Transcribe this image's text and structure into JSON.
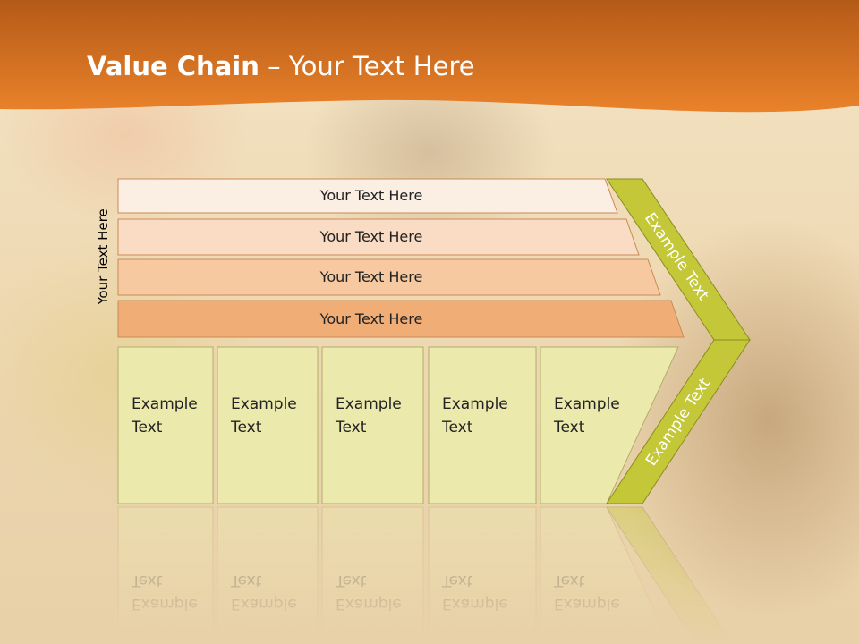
{
  "slide": {
    "title_bold": "Value Chain",
    "title_rest": " – Your Text Here",
    "vertical_label": "Your Text Here"
  },
  "bands": [
    {
      "label": "Your Text Here",
      "color": "#fbeee3"
    },
    {
      "label": "Your Text Here",
      "color": "#f9dcc3"
    },
    {
      "label": "Your Text Here",
      "color": "#f6c9a1"
    },
    {
      "label": "Your Text Here",
      "color": "#f0ad76"
    }
  ],
  "columns": [
    {
      "line1": "Example",
      "line2": "Text"
    },
    {
      "line1": "Example",
      "line2": "Text"
    },
    {
      "line1": "Example",
      "line2": "Text"
    },
    {
      "line1": "Example",
      "line2": "Text"
    },
    {
      "line1": "Example",
      "line2": "Text"
    }
  ],
  "chevron": {
    "upper_text": "Example Text",
    "lower_text": "Example Text",
    "color": "#c3c738"
  },
  "colors": {
    "header": "#e07c22",
    "column_fill": "#ece9ad"
  }
}
